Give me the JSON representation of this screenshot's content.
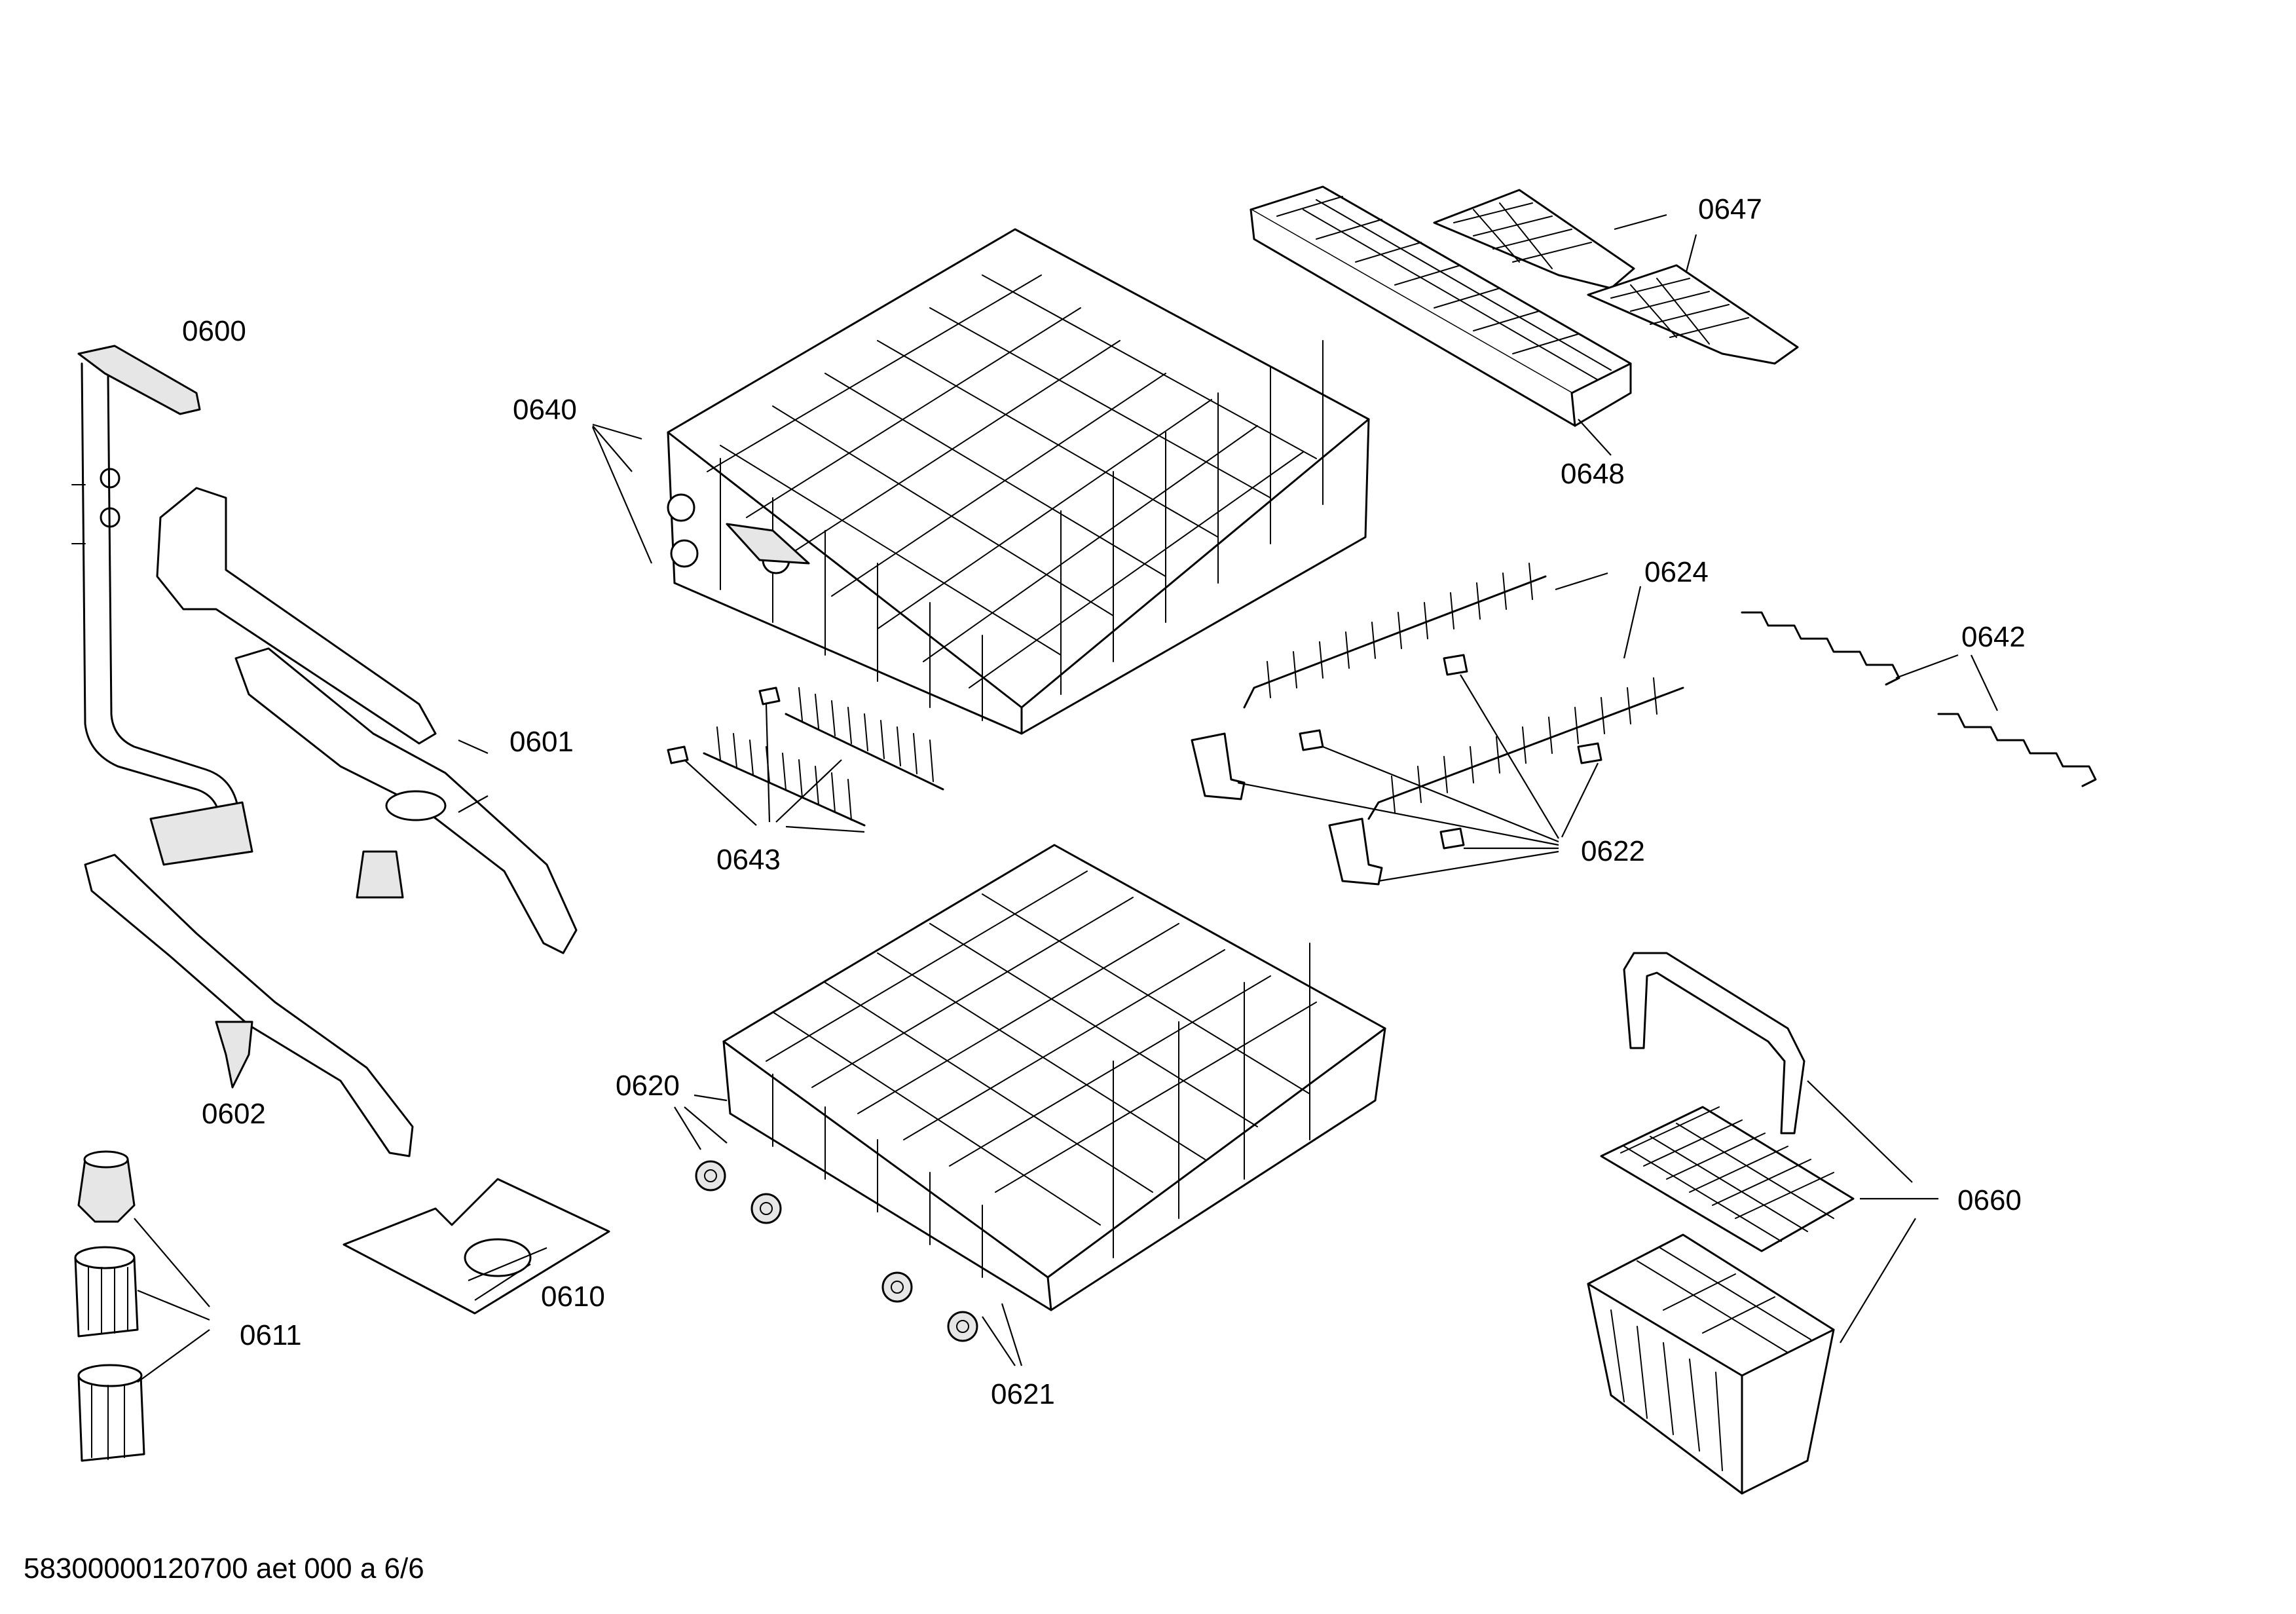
{
  "labels": {
    "l0600": "0600",
    "l0601": "0601",
    "l0602": "0602",
    "l0610": "0610",
    "l0611": "0611",
    "l0620": "0620",
    "l0621": "0621",
    "l0622": "0622",
    "l0624": "0624",
    "l0640": "0640",
    "l0642": "0642",
    "l0643": "0643",
    "l0647": "0647",
    "l0648": "0648",
    "l0660": "0660"
  },
  "footer": "58300000120700 aet 000 a 6/6"
}
